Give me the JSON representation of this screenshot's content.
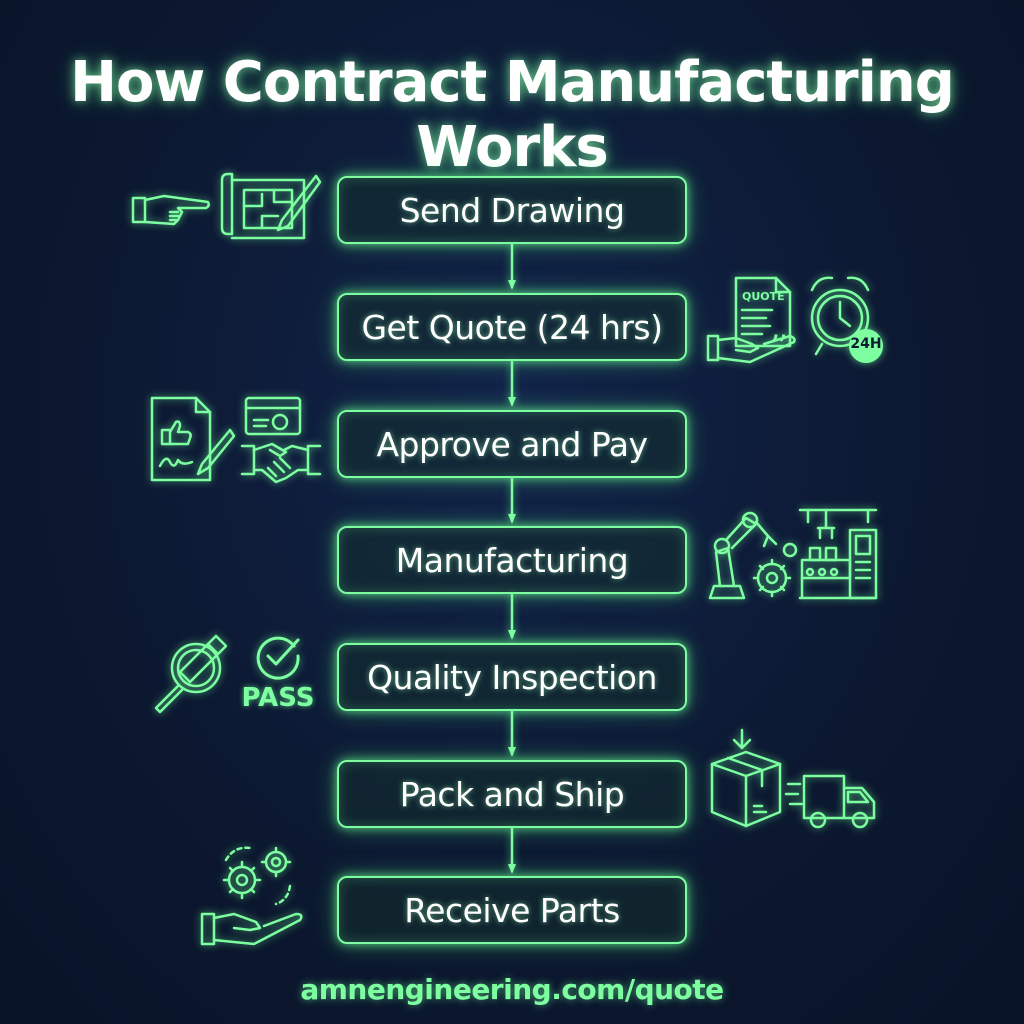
{
  "title": "How Contract Manufacturing Works",
  "steps": [
    {
      "label": "Send Drawing"
    },
    {
      "label": "Get Quote (24 hrs)"
    },
    {
      "label": "Approve and Pay"
    },
    {
      "label": "Manufacturing"
    },
    {
      "label": "Quality Inspection"
    },
    {
      "label": "Pack and Ship"
    },
    {
      "label": "Receive Parts"
    }
  ],
  "icons": {
    "quote_doc_text": "QUOTE",
    "clock_badge_text": "24H",
    "pass_text": "PASS"
  },
  "footer": "amnengineering.com/quote",
  "colors": {
    "accent": "#7dffa1",
    "background": "#0d1a33",
    "text": "#ffffff"
  }
}
